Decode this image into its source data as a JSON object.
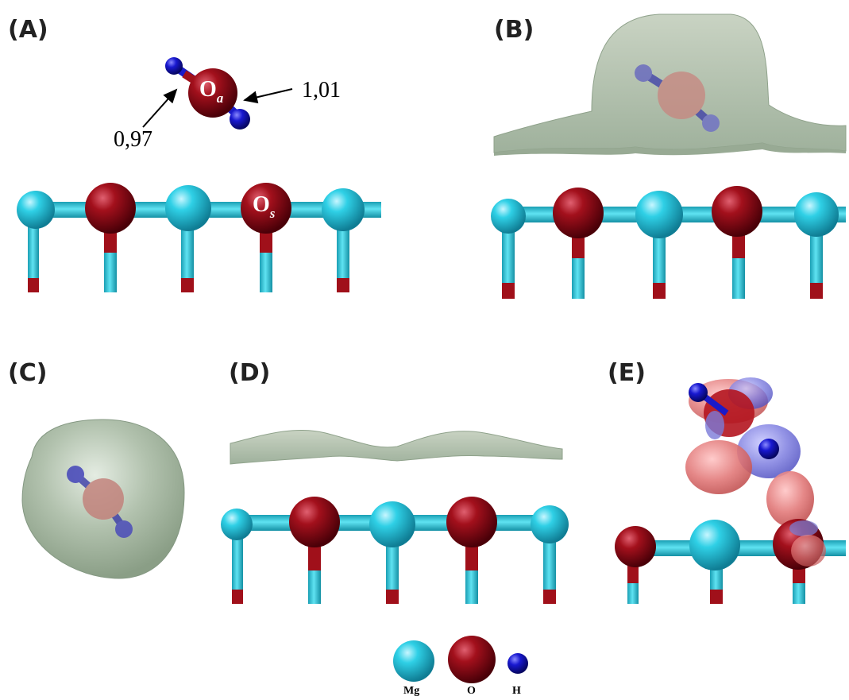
{
  "panels": {
    "a": "(A)",
    "b": "(B)",
    "c": "(C)",
    "d": "(D)",
    "e": "(E)"
  },
  "annotations": {
    "bond_left": "0,97",
    "bond_right": "1,01",
    "oa_main": "O",
    "oa_sub": "a",
    "os_main": "O",
    "os_sub": "s"
  },
  "legend": {
    "mg": "Mg",
    "o": "O",
    "h": "H"
  },
  "colors": {
    "mg": "#2ec4d8",
    "o": "#a0101a",
    "h": "#1a1ac8",
    "isosurface": "#b8c6b4",
    "density_pos": "#e88080",
    "density_neg": "#7878d0"
  }
}
